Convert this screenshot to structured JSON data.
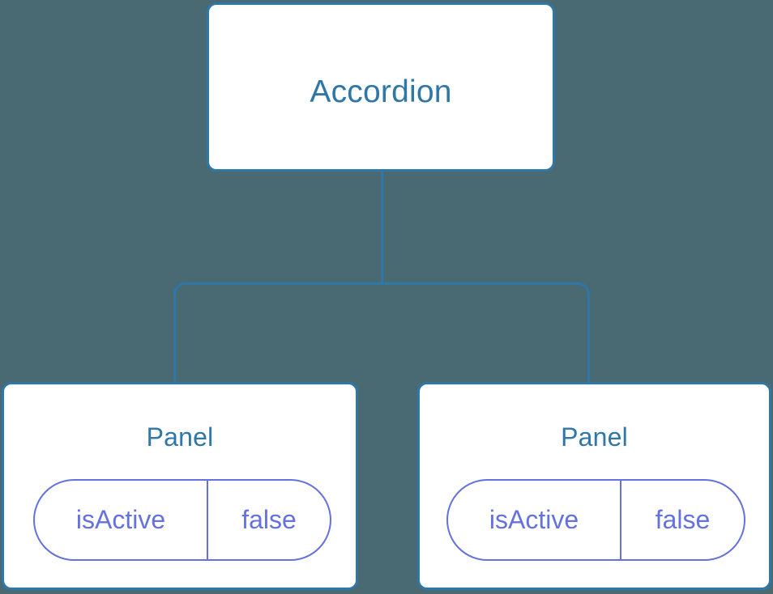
{
  "diagram": {
    "type": "component-tree",
    "background_color": "#4a6a73",
    "node_border_color": "#2e77a6",
    "node_title_color": "#2e77a6",
    "node_fill_color": "#ffffff",
    "edge_color": "#2e77a6",
    "prop_accent_color": "#6471e0",
    "root": {
      "title": "Accordion"
    },
    "children": [
      {
        "title": "Panel",
        "props": [
          {
            "key": "isActive",
            "value": "false"
          }
        ]
      },
      {
        "title": "Panel",
        "props": [
          {
            "key": "isActive",
            "value": "false"
          }
        ]
      }
    ]
  }
}
